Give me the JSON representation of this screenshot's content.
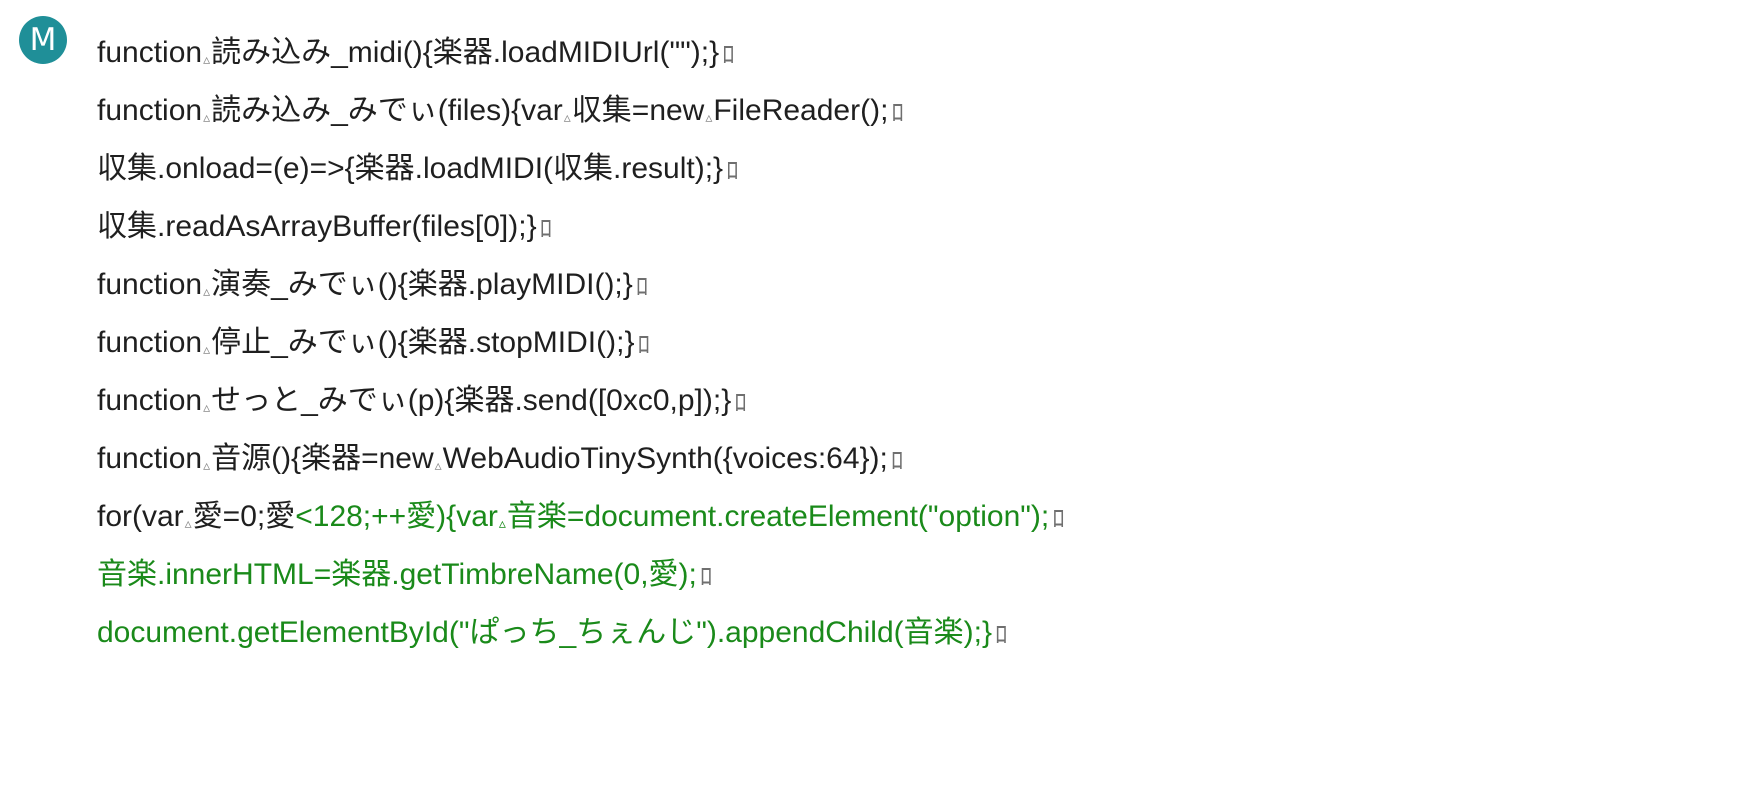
{
  "app": {
    "avatar_letter": "M"
  },
  "colors": {
    "text": "#1f1f1f",
    "comment_green": "#1a8a1a",
    "avatar_teal": "#1f8f98",
    "marker_gray": "#8a8a8a"
  },
  "icons": {
    "space_marker": "triangle-small-icon",
    "eol_marker": "return-curl-icon"
  },
  "markers": {
    "space": "▵",
    "eol": "ﾛ"
  },
  "code": {
    "lines": [
      {
        "segments": [
          {
            "t": "function",
            "c": "text"
          },
          {
            "sp": true
          },
          {
            "t": "読み込み_midi(){楽器.loadMIDIUrl(\"\");}",
            "c": "text"
          }
        ]
      },
      {
        "segments": [
          {
            "t": "function",
            "c": "text"
          },
          {
            "sp": true
          },
          {
            "t": "読み込み_みでぃ(files){var",
            "c": "text"
          },
          {
            "sp": true
          },
          {
            "t": "収集=new",
            "c": "text"
          },
          {
            "sp": true
          },
          {
            "t": "FileReader();",
            "c": "text"
          }
        ]
      },
      {
        "segments": [
          {
            "t": "収集.onload=(e)=>{楽器.loadMIDI(収集.result);}",
            "c": "text"
          }
        ]
      },
      {
        "segments": [
          {
            "t": "収集.readAsArrayBuffer(files[0]);}",
            "c": "text"
          }
        ]
      },
      {
        "segments": [
          {
            "t": "function",
            "c": "text"
          },
          {
            "sp": true
          },
          {
            "t": "演奏_みでぃ(){楽器.playMIDI();}",
            "c": "text"
          }
        ]
      },
      {
        "segments": [
          {
            "t": "function",
            "c": "text"
          },
          {
            "sp": true
          },
          {
            "t": "停止_みでぃ(){楽器.stopMIDI();}",
            "c": "text"
          }
        ]
      },
      {
        "segments": [
          {
            "t": "function",
            "c": "text"
          },
          {
            "sp": true
          },
          {
            "t": "せっと_みでぃ(p){楽器.send([0xc0,p]);}",
            "c": "text"
          }
        ]
      },
      {
        "segments": [
          {
            "t": "function",
            "c": "text"
          },
          {
            "sp": true
          },
          {
            "t": "音源(){楽器=new",
            "c": "text"
          },
          {
            "sp": true
          },
          {
            "t": "WebAudioTinySynth({voices:64});",
            "c": "text"
          }
        ]
      },
      {
        "segments": [
          {
            "t": "for(var",
            "c": "text"
          },
          {
            "sp": true
          },
          {
            "t": "愛=0;愛",
            "c": "text"
          },
          {
            "t": "<128;++愛){var",
            "c": "green"
          },
          {
            "sp": true,
            "c": "green"
          },
          {
            "t": "音楽=document.createElement(\"option\");",
            "c": "green"
          }
        ]
      },
      {
        "segments": [
          {
            "t": "音楽.innerHTML=楽器.getTimbreName(0,愛);",
            "c": "green"
          }
        ]
      },
      {
        "segments": [
          {
            "t": "document.getElementById(\"ぱっち_ちぇんじ\").appendChild(音楽);}",
            "c": "green"
          }
        ]
      }
    ]
  }
}
